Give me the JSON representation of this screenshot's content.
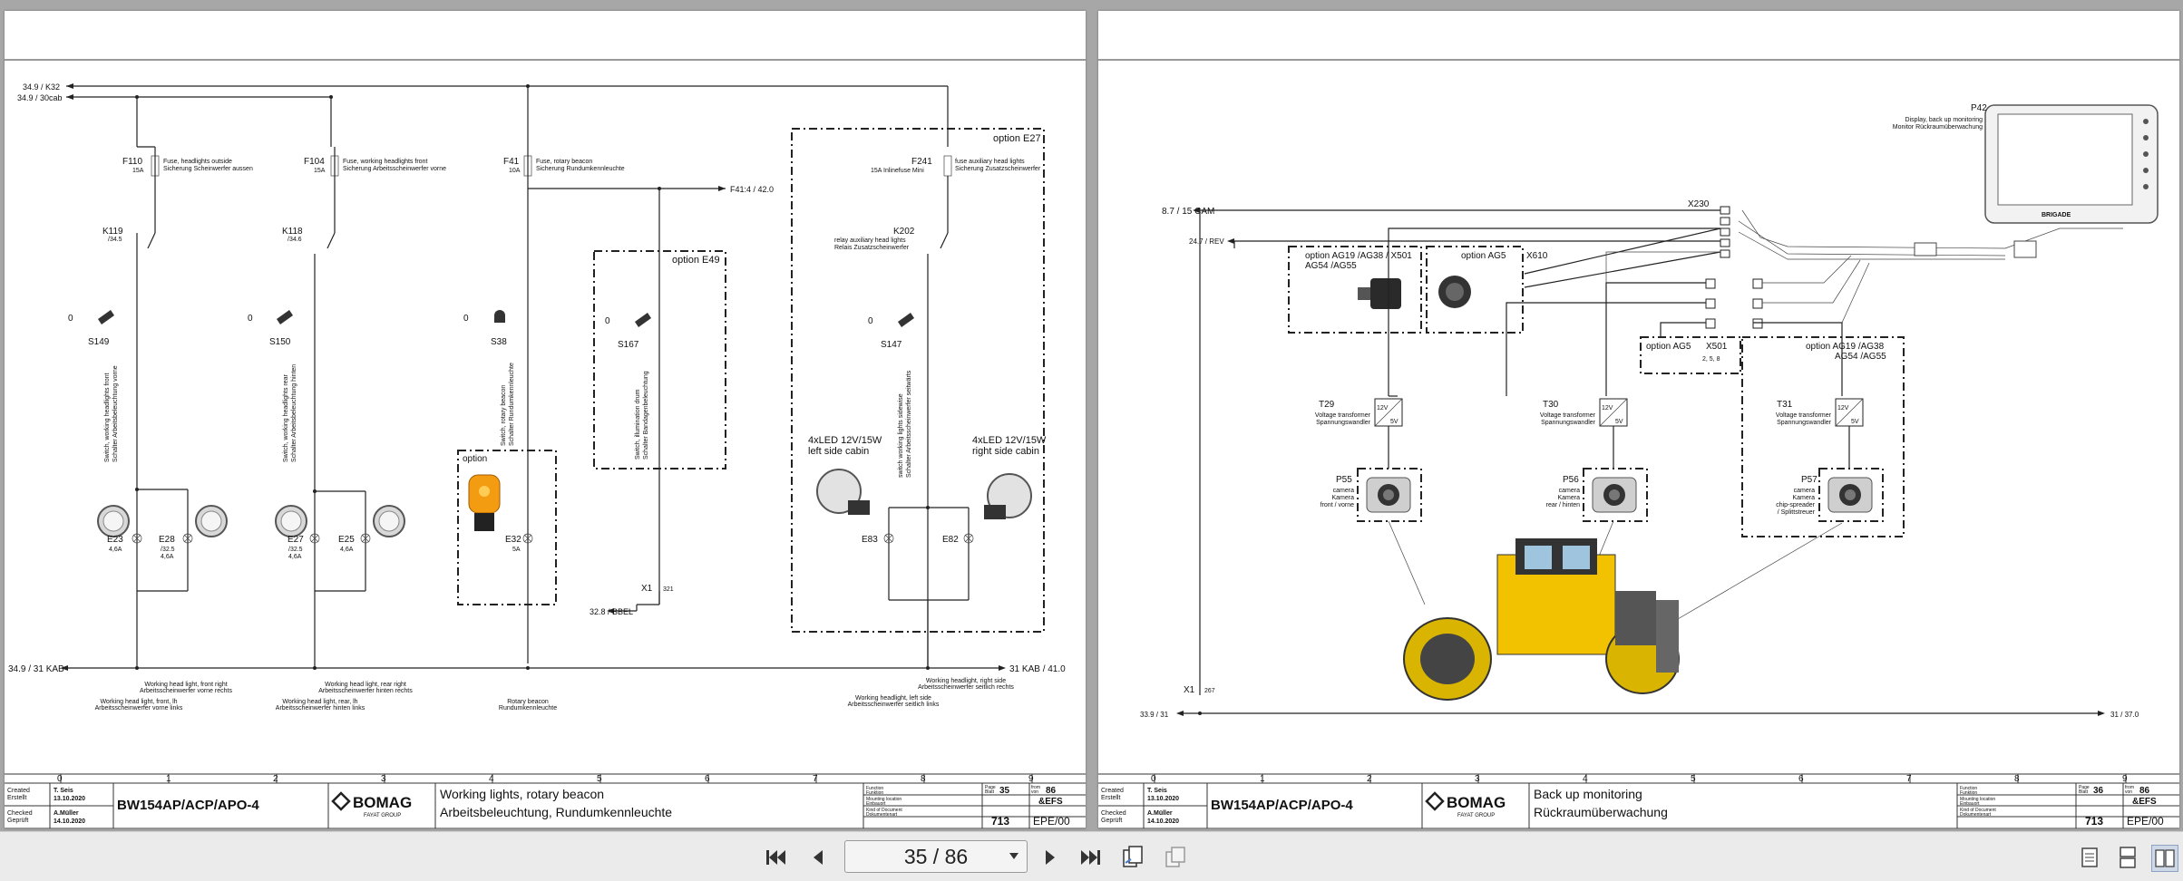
{
  "viewer": {
    "page_indicator": "35 / 86",
    "icons": [
      "first-page-icon",
      "prev-page-icon",
      "next-page-icon",
      "last-page-icon",
      "rotate-icon",
      "copy-icon",
      "single-page-icon",
      "continuous-icon",
      "two-page-icon"
    ]
  },
  "page1": {
    "bus_top_1": "34.9 / K32",
    "bus_top_2": "34.9 / 30cab",
    "f110": "F110",
    "f110_a": "15A",
    "f110_desc1": "Fuse, headlights outside",
    "f110_desc2": "Sicherung Scheinwerfer aussen",
    "f104": "F104",
    "f104_a": "15A",
    "f104_desc1": "Fuse, working headlights front",
    "f104_desc2": "Sicherung Arbeitsscheinwerfer vorne",
    "f41": "F41",
    "f41_a": "10A",
    "f41_desc1": "Fuse, rotary beacon",
    "f41_desc2": "Sicherung Rundumkennleuchte",
    "f241": "F241",
    "f241_desc1": "fuse auxiliary head lights",
    "f241_desc2": "Sicherung Zusatzscheinwerfer",
    "f241_desc3": "15A Inlinefuse Mini",
    "f41_ref": "F41:4 / 42.0",
    "option_e27": "option E27",
    "option_e49": "option E49",
    "option": "option",
    "k119": "K119",
    "k119_ref": "/34.5",
    "k118": "K118",
    "k118_ref": "/34.6",
    "k202": "K202",
    "k202_desc1": "relay auxiliary head lights",
    "k202_desc2": "Relais Zusatzscheinwerfer",
    "s149": "S149",
    "s150": "S150",
    "s38": "S38",
    "s167": "S167",
    "s147": "S147",
    "zero": "0",
    "s149_desc1": "Switch, working headlights front",
    "s149_desc2": "Schalter Arbeitsbeleuchtung vorne",
    "s150_desc1": "Switch, working headlights rear",
    "s150_desc2": "Schalter Arbeitsbeleuchtung hinten",
    "s38_desc1": "Switch, rotary beacon",
    "s38_desc2": "Schalter Rundumkennleuchte",
    "s167_desc1": "Switch, illumination drum",
    "s167_desc2": "Schalter Bandagenbeleuchtung",
    "s147_desc1": "switch working lights sidewise",
    "s147_desc2": "Schalter Arbeitsscheinwerfer seitwärts",
    "e23": "E23",
    "e23_a": "4,6A",
    "e28": "E28",
    "e28_a": "/32.5",
    "e28_b": "4,6A",
    "e27": "E27",
    "e27_a": "/32.5",
    "e27_b": "4,6A",
    "e25": "E25",
    "e25_a": "4,6A",
    "e32": "E32",
    "e32_a": "5A",
    "e83": "E83",
    "e82": "E82",
    "led_left_1": "4xLED 12V/15W",
    "led_left_2": "left side cabin",
    "led_right_1": "4xLED 12V/15W",
    "led_right_2": "right side cabin",
    "x1": "X1",
    "x1_pin": "321",
    "bbel": "32.8 / BBEL",
    "bus_bottom_l": "34.9 / 31 KAB",
    "bus_bottom_r": "31 KAB / 41.0",
    "lbl_a1": "Working head light, front right",
    "lbl_a2": "Arbeitsscheinwerfer vorne rechts",
    "lbl_b1": "Working head light, front, lh",
    "lbl_b2": "Arbeitsscheinwerfer vorne links",
    "lbl_c1": "Working head light, rear right",
    "lbl_c2": "Arbeitsscheinwerfer hinten rechts",
    "lbl_d1": "Working head light, rear, lh",
    "lbl_d2": "Arbeitsscheinwerfer hinten links",
    "lbl_e1": "Rotary beacon",
    "lbl_e2": "Rundumkennleuchte",
    "lbl_f1": "Working headlight, right side",
    "lbl_f2": "Arbeitsscheinwerfer seitlich rechts",
    "lbl_g1": "Working headlight, left side",
    "lbl_g2": "Arbeitsscheinwerfer seitlich links",
    "title_1": "Working lights, rotary beacon",
    "title_2": "Arbeitsbeleuchtung, Rundumkennleuchte",
    "page": "35",
    "from": "86"
  },
  "page2": {
    "cam_ref": "8.7 / 15 CAM",
    "rev_ref": "24.7 / REV",
    "p42": "P42",
    "p42_desc1": "Display, back up monitoring",
    "p42_desc2": "Monitor Rückraumüberwachung",
    "monitor_brand": "BRIGADE",
    "x230": "X230",
    "opt_ag19_1": "option AG19 /AG38 / X501",
    "opt_ag19_2": "AG54 /AG55",
    "opt_ag5": "option AG5",
    "x610": "X610",
    "opt_ag5_b": "option AG5",
    "x501": "X501",
    "x501_pins": "2, 5, 8",
    "opt_ag19_b1": "option AG19 /AG38",
    "opt_ag19_b2": "AG54 /AG55",
    "t29": "T29",
    "t30": "T30",
    "t31": "T31",
    "t_desc1": "Voltage transformer",
    "t_desc2": "Spannungswandler",
    "v12": "12V",
    "v5": "5V",
    "p55": "P55",
    "p56": "P56",
    "p57": "P57",
    "cam_1": "camera",
    "cam_2": "Kamera",
    "p55_3": "front / vorne",
    "p56_3": "rear / hinten",
    "p57_3": "chip-spreader",
    "p57_4": "/ Splittstreuer",
    "x1": "X1",
    "x1_pin": "267",
    "bus_l": "33.9 / 31",
    "bus_r": "31 / 37.0",
    "title_1": "Back up monitoring",
    "title_2": "Rückraumüberwachung",
    "page": "36",
    "from": "86"
  },
  "footer": {
    "cols": [
      "0",
      "1",
      "2",
      "3",
      "4",
      "5",
      "6",
      "7",
      "8",
      "9"
    ],
    "created": "Created",
    "created_de": "Erstellt",
    "checked": "Checked",
    "checked_de": "Geprüft",
    "creator": "T. Seis",
    "created_date": "13.10.2020",
    "checker": "A.Müller",
    "checked_date": "14.10.2020",
    "machine": "BW154AP/ACP/APO-4",
    "brand": "BOMAG",
    "group": "FAYAT GROUP",
    "function": "Function",
    "function_de": "Funktion",
    "mounting": "Mounting location",
    "mounting_de": "Einbauort",
    "kind": "Kind of Document",
    "kind_de": "Dokumentenart",
    "page_lbl": "Page",
    "page_lbl_de": "Blatt",
    "from_lbl": "from",
    "from_lbl_de": "von",
    "efs": "&EFS",
    "doc_no": "713",
    "epe": "EPE/00"
  }
}
